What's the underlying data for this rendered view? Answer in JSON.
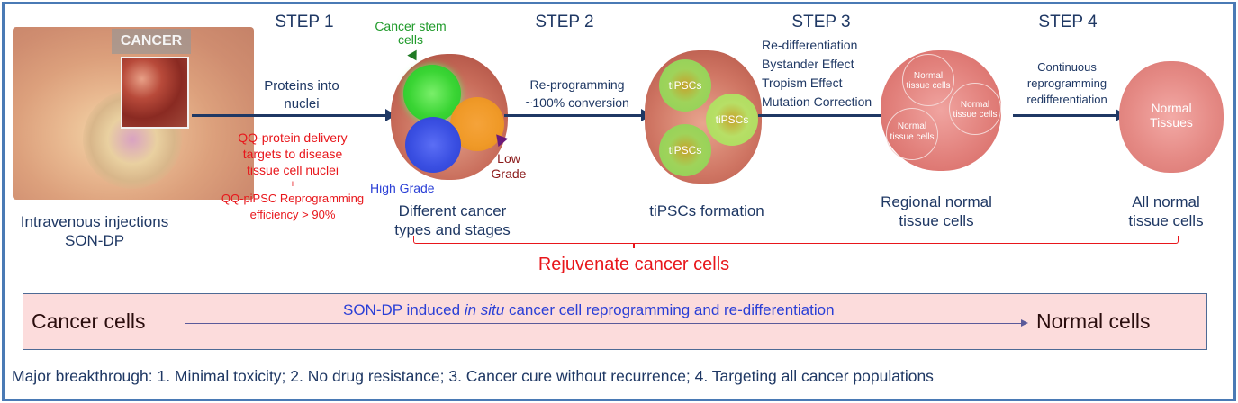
{
  "colors": {
    "navy": "#1f3864",
    "red": "#e8161b",
    "blue_text": "#2a3fd6",
    "frame": "#4a7ab5",
    "summary_bg": "#fcdcdc",
    "green": "#1f9a2a",
    "dark_red": "#8b1a1a"
  },
  "start": {
    "image_label": "CANCER",
    "caption_line1": "Intravenous injections",
    "caption_line2": "SON-DP"
  },
  "steps": [
    {
      "title": "STEP 1",
      "above_line1": "Proteins into",
      "above_line2": "nuclei",
      "below_lines": [
        "QQ-protein delivery",
        "targets to disease",
        "tissue cell nuclei",
        "+",
        "QQ-piPSC Reprogramming",
        "efficiency > 90%"
      ]
    },
    {
      "title": "STEP 2",
      "above_line1": "Re-programming",
      "above_line2": "~100% conversion"
    },
    {
      "title": "STEP 3",
      "above_lines": [
        "Re-differentiation",
        "Bystander Effect",
        "Tropism Effect",
        "Mutation Correction"
      ]
    },
    {
      "title": "STEP 4",
      "above_lines": [
        "Continuous",
        "reprogramming",
        "redifferentiation"
      ]
    }
  ],
  "stages": [
    {
      "caption_line1": "Different cancer",
      "caption_line2": "types and stages",
      "annotations": {
        "stem": "Cancer  stem",
        "stem2": "cells",
        "high": "High  Grade",
        "low": "Low",
        "low2": "Grade"
      }
    },
    {
      "caption_line1": "tiPSCs formation",
      "cluster_label": "tiPSCs"
    },
    {
      "caption_line1": "Regional normal",
      "caption_line2": "tissue cells",
      "cluster_labels": [
        "Normal tissue cells",
        "Normal tissue cells",
        "Normal tissue cells"
      ]
    },
    {
      "caption_line1": "All normal",
      "caption_line2": "tissue cells",
      "cluster_label_1": "Normal",
      "cluster_label_2": "Tissues"
    }
  ],
  "bracket_label": "Rejuvenate cancer cells",
  "summary": {
    "from": "Cancer cells",
    "middle_prefix": "SON-DP induced ",
    "middle_italic": "in situ",
    "middle_suffix": " cancer cell reprogramming and re-differentiation",
    "to": "Normal cells"
  },
  "footer": "Major breakthrough: 1. Minimal toxicity; 2. No drug resistance; 3. Cancer cure without recurrence; 4. Targeting all cancer populations"
}
